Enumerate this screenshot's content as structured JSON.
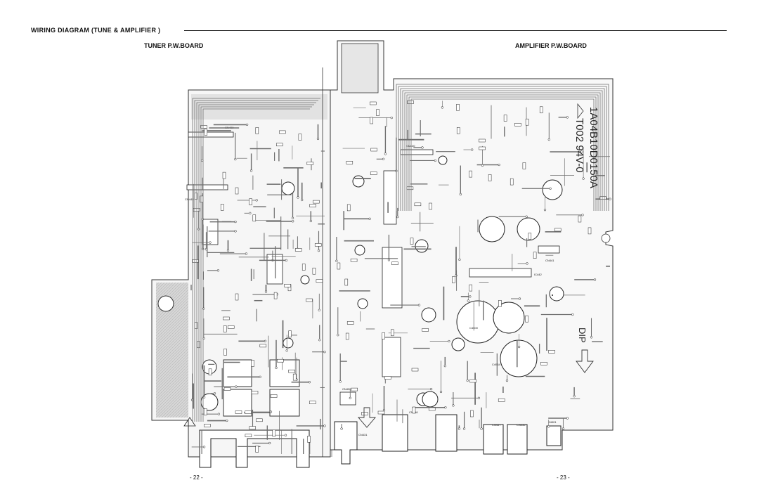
{
  "header": {
    "title": "WIRING  DIAGRAM  (TUNE & AMPLIFIER )"
  },
  "sections": {
    "tuner_title": "TUNER P.W.BOARD",
    "amp_title": "AMPLIFIER P.W.BOARD"
  },
  "pages": {
    "left": "- 22 -",
    "right": "- 23 -"
  },
  "board": {
    "code": "1A04B10D0150A",
    "grade": "T002 94V-0",
    "dip_mark": "DIP"
  },
  "connectors": {
    "cn400": "CN400",
    "cn445": "CN445",
    "cn440": "CN440",
    "cn441": "CN441",
    "cn430": "CN430",
    "cn431": "CN431",
    "cn458": "CN458",
    "cn457": "CN457",
    "cn456": "CN456",
    "cn455": "CN455",
    "ic442": "IC442",
    "c4500": "C4500",
    "c4964": "C4964",
    "s4901": "S4901"
  },
  "colors": {
    "trace": "#6e6e6e",
    "copper": "#bdbdbd",
    "ink": "#111111"
  }
}
